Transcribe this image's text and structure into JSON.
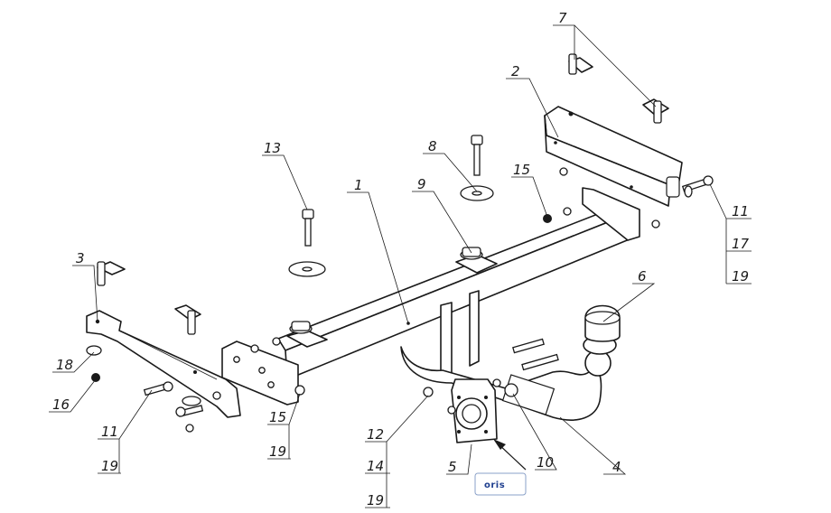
{
  "callouts": {
    "c1": "1",
    "c2": "2",
    "c3": "3",
    "c4": "4",
    "c5": "5",
    "c6": "6",
    "c7": "7",
    "c8": "8",
    "c9": "9",
    "c10": "10",
    "c11a": "11",
    "c11b": "11",
    "c12": "12",
    "c13": "13",
    "c14": "14",
    "c15a": "15",
    "c15b": "15",
    "c16": "16",
    "c17": "17",
    "c18": "18",
    "c19a": "19",
    "c19b": "19",
    "c19c": "19",
    "c19d": "19"
  },
  "logo": {
    "text": "ORIS",
    "color": "#1f3f8f"
  }
}
